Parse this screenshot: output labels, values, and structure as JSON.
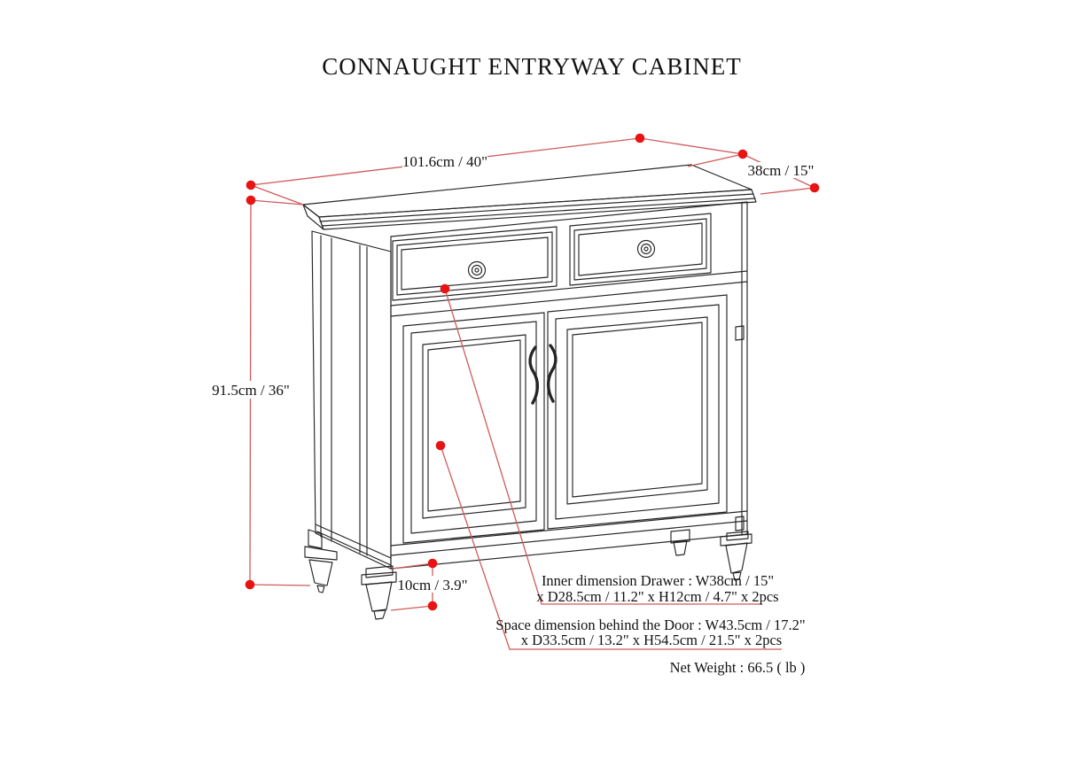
{
  "title": "CONNAUGHT ENTRYWAY CABINET",
  "dimensions": {
    "width": "101.6cm / 40\"",
    "depth": "38cm / 15\"",
    "height": "91.5cm / 36\"",
    "leg_height": "10cm / 3.9\""
  },
  "annotations": {
    "drawer": {
      "line1": "Inner dimension Drawer : W38cm / 15\"",
      "line2": "x D28.5cm / 11.2\" x H12cm / 4.7\" x 2pcs"
    },
    "door": {
      "line1": "Space dimension behind the Door  : W43.5cm / 17.2\"",
      "line2": "x D33.5cm / 13.2\" x H54.5cm / 21.5\" x 2pcs"
    },
    "net_weight": "Net Weight : 66.5 ( lb )"
  },
  "colors": {
    "drawing_line": "#262626",
    "dimension_line": "#cf5b5b",
    "dimension_dot": "#e81414",
    "background": "#ffffff"
  }
}
